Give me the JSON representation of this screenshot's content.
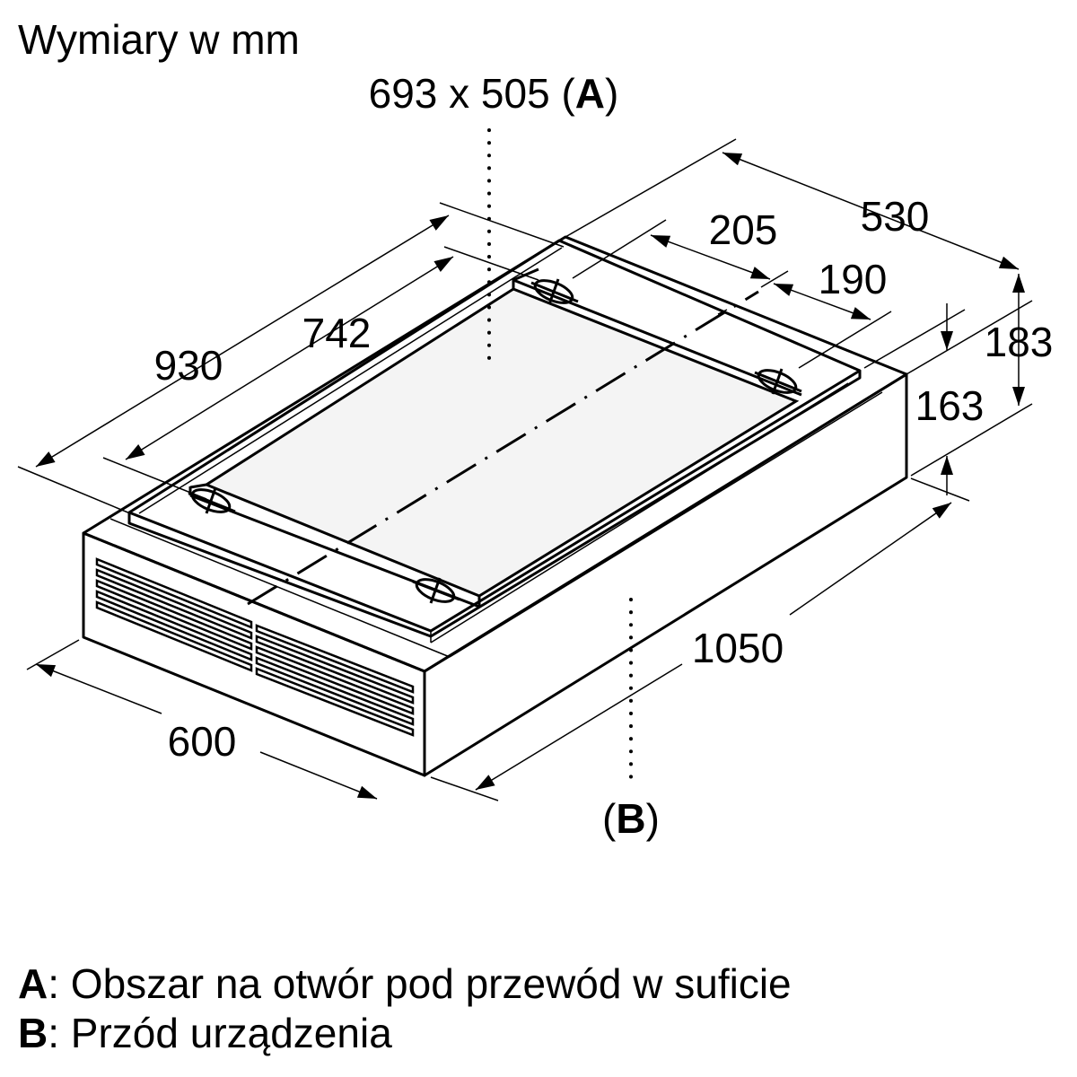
{
  "title": "Wymiary w mm",
  "opening_label": {
    "text": "693 x 505 (",
    "letter": "A",
    "close": ")"
  },
  "front_label": {
    "open": "(",
    "letter": "B",
    "close": ")"
  },
  "dimensions": {
    "d930": "930",
    "d742": "742",
    "d205": "205",
    "d530": "530",
    "d190": "190",
    "d183": "183",
    "d163": "163",
    "d1050": "1050",
    "d600": "600"
  },
  "legend": [
    {
      "key": "A",
      "text": ": Obszar na otwór pod przewód w suficie"
    },
    {
      "key": "B",
      "text": ": Przód urządzenia"
    }
  ],
  "colors": {
    "line": "#000000",
    "panel": "#f4f4f4"
  }
}
